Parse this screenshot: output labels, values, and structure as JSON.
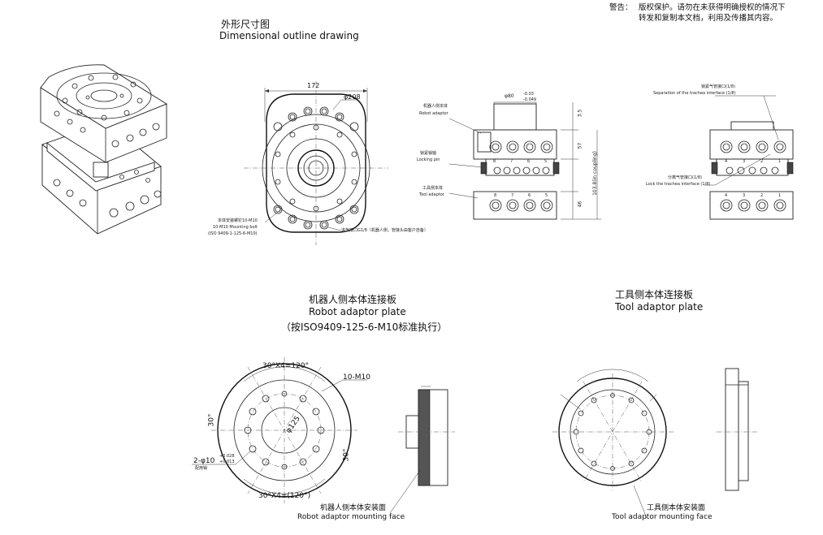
{
  "warning": {
    "label": "警告：",
    "line1": "版权保护。请勿在未获得明确授权的情况下",
    "line2": "转发和复制本文档，利用及传播其内容。"
  },
  "outline": {
    "title_zh": "外形尺寸图",
    "title_en": "Dimensional outline drawing",
    "front": {
      "width_dim": "172",
      "dia_dim": "φ208",
      "bolt_note": [
        "本体安装螺钉10-M10",
        "10-M10 Mounting bolt",
        "(ISO 9409-1-125-6-M10)"
      ],
      "air_note": "进气接口G1/8（机器人侧，管接头由客户自备）"
    },
    "side": {
      "robot_label": [
        "机器人侧本体",
        "Robot adaptor"
      ],
      "lock_label": [
        "锁紧销轴",
        "Locking pin"
      ],
      "tool_label": [
        "工具侧本体",
        "Tool adaptor"
      ],
      "dia_dim": "φ80",
      "tol_upper": "-0.03",
      "tol_lower": "-0.049",
      "h1": "3.5",
      "h2": "57",
      "h3": "46",
      "total": "103.8(in coupling)",
      "port_numbers": [
        "8",
        "7",
        "6",
        "5"
      ],
      "tool_port_numbers": [
        "8",
        "7",
        "6",
        "5"
      ]
    },
    "side2": {
      "sep_label": [
        "锁紧气管接口(1/8)",
        "Separation of the trachea interface (1/8)"
      ],
      "lock_label": [
        "分离气管接口(1/8)",
        "Lock the trachea interface (1/8)"
      ],
      "port_numbers": [
        "4",
        "3",
        "2",
        "1"
      ],
      "tool_port_numbers": [
        "4",
        "3",
        "2",
        "1"
      ]
    }
  },
  "robot_plate": {
    "title_zh": "机器人侧本体连接板",
    "title_en": "Robot adaptor plate",
    "title_note": "（按ISO9409-125-6-M10标准执行）",
    "angle_top": "30°X4=120°",
    "angle_bottom": "30°X4=(120°)",
    "angle_left": "30°",
    "angle_right": "30°",
    "thread": "10-M10",
    "pcd": "φ125",
    "pin": "2-φ10",
    "pin_upper": "+0.028",
    "pin_lower": "+0.013",
    "pin_note": "配用销",
    "face_zh": "机器人侧本体安装面",
    "face_en": "Robot adaptor mounting face"
  },
  "tool_plate": {
    "title_zh": "工具侧本体连接板",
    "title_en": "Tool adaptor plate",
    "face_zh": "工具侧本体安装面",
    "face_en": "Tool adaptor mounting face"
  }
}
